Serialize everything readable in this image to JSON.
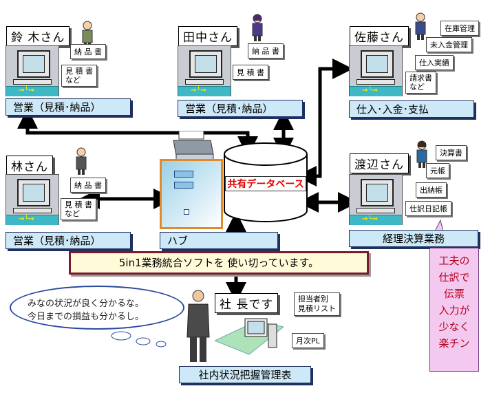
{
  "people": {
    "suzuki": {
      "name": "鈴 木さん",
      "docs": [
        "納 品 書",
        "見 積 書\nなど"
      ],
      "role": "営業（見積･納品）"
    },
    "tanaka": {
      "name": "田中さん",
      "docs": [
        "納 品 書",
        "見 積 書"
      ],
      "role": "営業（見積･納品）"
    },
    "sato": {
      "name": "佐藤さん",
      "docs": [
        "在庫管理",
        "未入金管理",
        "仕入実績",
        "請求書\nなど"
      ],
      "role": "仕入･入金･支払"
    },
    "hayashi": {
      "name": "林さん",
      "docs": [
        "納 品 書",
        "見 積 書\nなど"
      ],
      "role": "営業（見積･納品）"
    },
    "watanabe": {
      "name": "渡辺さん",
      "docs": [
        "決算書",
        "元帳",
        "出納帳",
        "仕訳日記帳"
      ],
      "role": "経理決算業務"
    }
  },
  "hub": {
    "label": "ハブ"
  },
  "database": {
    "label": "共有データベース"
  },
  "banner": {
    "text": "5in1業務統合ソフトを 使い切っています。"
  },
  "president": {
    "name": "社 長です",
    "docs": [
      "担当者別\n見積リスト",
      "月次PL"
    ],
    "role": "社内状況把握管理表"
  },
  "speech": {
    "line1": "みなの状況が良く分かるな。",
    "line2": "今日までの損益も分かるし。"
  },
  "note": {
    "text": "工夫の\n仕訳で\n伝票\n入力が\n少なく\n楽チン"
  },
  "colors": {
    "bar_bg": "#cde8f6",
    "banner_border": "#7a1a2a",
    "banner_bg": "#fffbd9",
    "note_bg": "#f3c9f0",
    "db_label": "#e00000",
    "note_text": "#b8001f"
  }
}
